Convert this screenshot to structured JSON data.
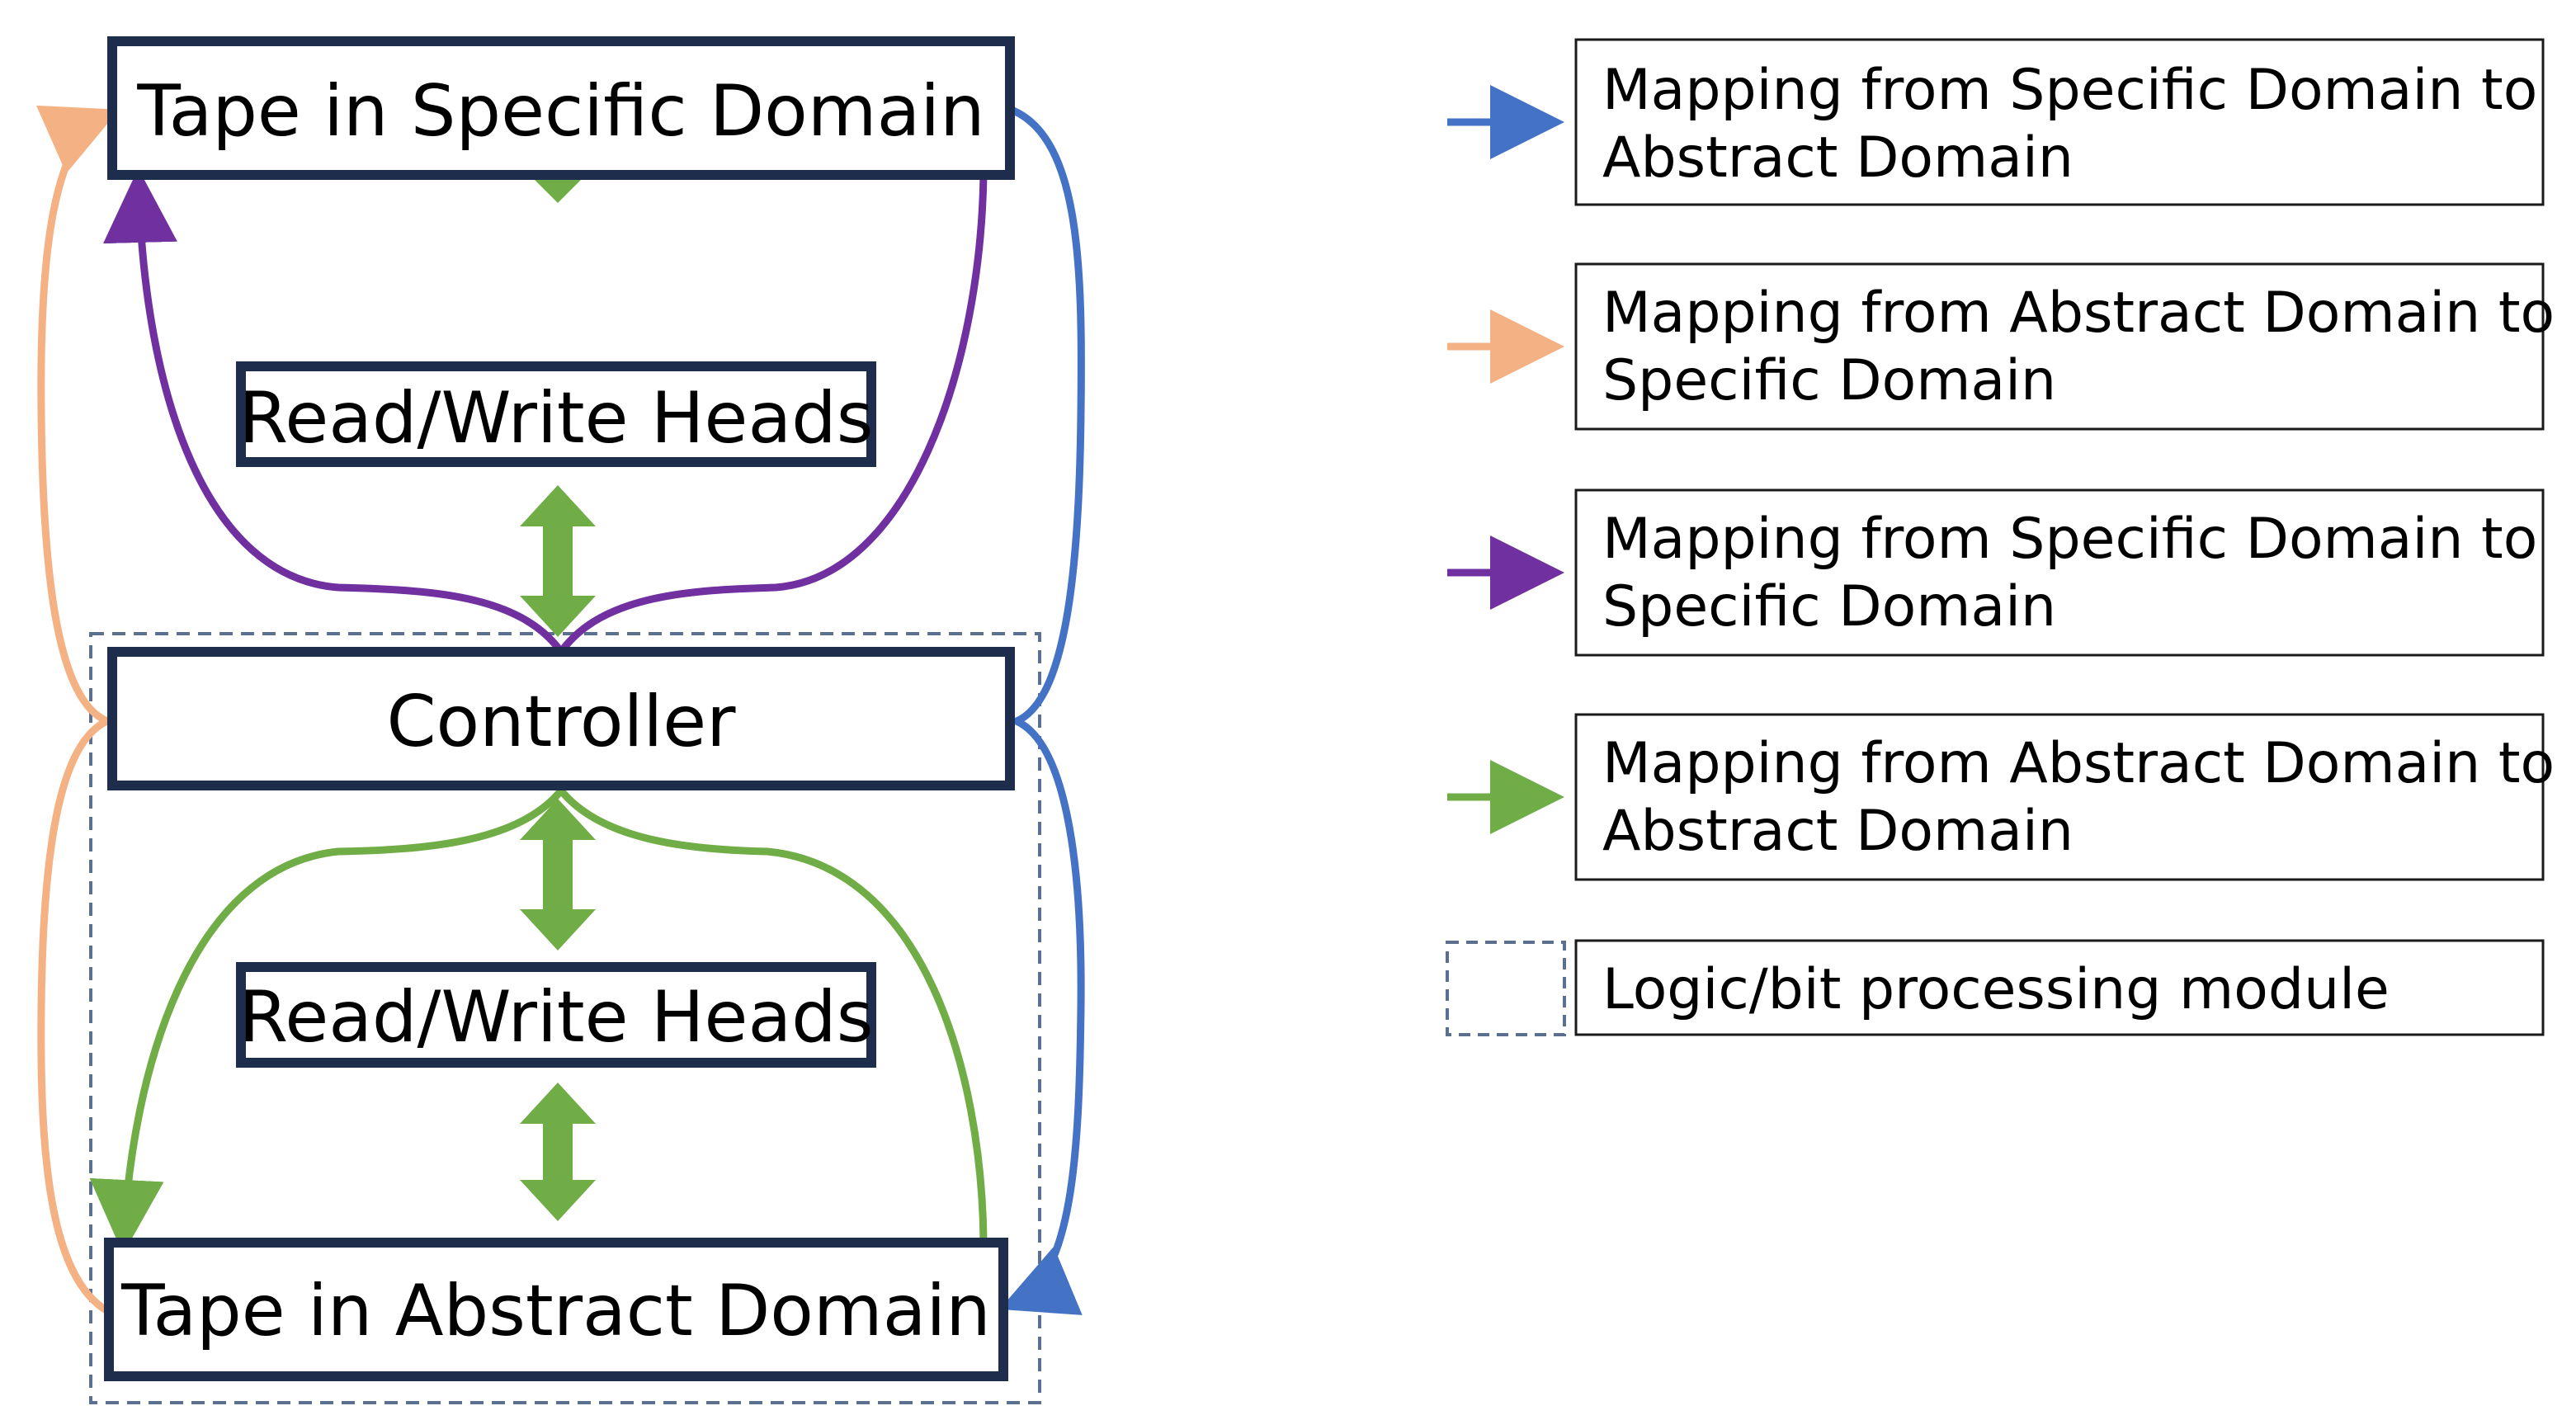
{
  "boxes": {
    "tape_specific": "Tape in Specific Domain",
    "heads_top": "Read/Write Heads",
    "controller": "Controller",
    "heads_bottom": "Read/Write Heads",
    "tape_abstract": "Tape in Abstract Domain"
  },
  "legend": {
    "items": [
      {
        "line1": "Mapping from Specific Domain to",
        "line2": "Abstract Domain",
        "color": "#4472c4"
      },
      {
        "line1": "Mapping from Abstract Domain to",
        "line2": "Specific Domain",
        "color": "#f4b183"
      },
      {
        "line1": "Mapping from Specific Domain to",
        "line2": "Specific Domain",
        "color": "#7030a0"
      },
      {
        "line1": "Mapping from Abstract Domain to",
        "line2": "Abstract Domain",
        "color": "#70ad47"
      }
    ],
    "module_label": "Logic/bit processing module"
  },
  "colors": {
    "box_border": "#1f2d4d",
    "module_border": "#5b6f8f",
    "heads_arrow": "#70ad47"
  }
}
